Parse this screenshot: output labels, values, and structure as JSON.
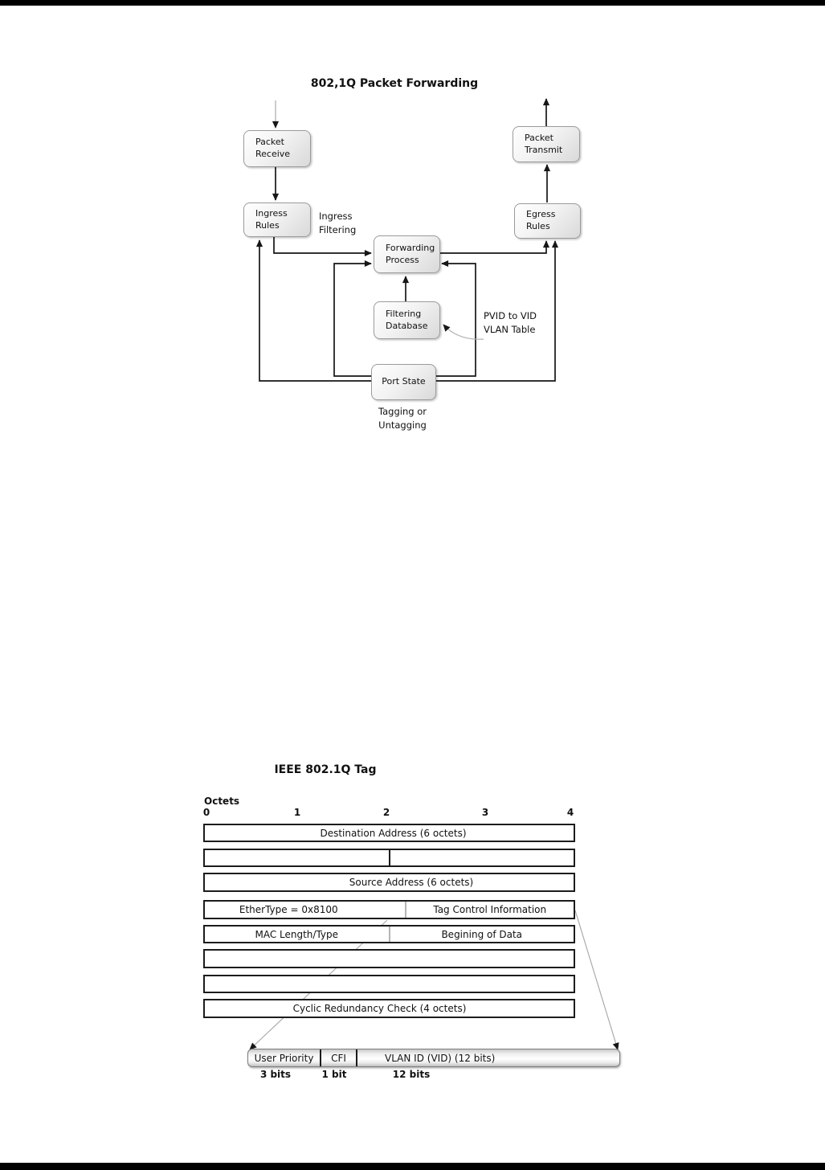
{
  "forwarding_diagram": {
    "title": "802,1Q Packet Forwarding",
    "nodes": {
      "packet_receive": "Packet\nReceive",
      "ingress_rules": "Ingress\nRules",
      "forwarding_process": "Forwarding\nProcess",
      "filtering_database": "Filtering\nDatabase",
      "port_state": "Port State",
      "packet_transmit": "Packet\nTransmit",
      "egress_rules": "Egress\nRules"
    },
    "labels": {
      "ingress_filtering": "Ingress\nFiltering",
      "pvid_note": "PVID to VID\nVLAN Table",
      "tagging_note": "Tagging or\nUntagging"
    }
  },
  "tag_diagram": {
    "title": "IEEE 802.1Q Tag",
    "octets_label": "Octets",
    "scale_ticks": [
      "0",
      "1",
      "2",
      "3",
      "4"
    ],
    "rows": {
      "destination": "Destination Address (6 octets)",
      "source": "Source Address (6 octets)",
      "ethertype": "EtherType = 0x8100",
      "tag_control": "Tag Control Information",
      "mac_length": "MAC Length/Type",
      "begin_data": "Begining of Data",
      "crc": "Cyclic Redundancy Check (4 octets)"
    },
    "tci_fields": {
      "user_priority": {
        "label": "User Priority",
        "size": "3 bits"
      },
      "cfi": {
        "label": "CFI",
        "size": "1 bit"
      },
      "vlan_id": {
        "label": "VLAN ID (VID) (12 bits)",
        "size": "12 bits"
      }
    }
  },
  "colors": {
    "line_black": "#161616",
    "line_gray": "#b0b0b0",
    "box_border": "#9b9b9b",
    "page_rule": "#000000"
  }
}
